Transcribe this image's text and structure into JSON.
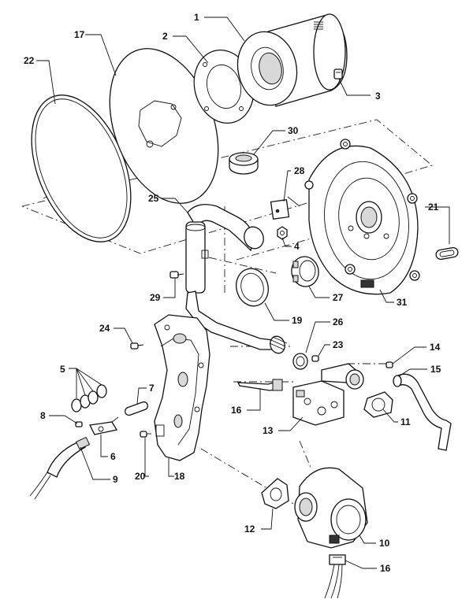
{
  "diagram": {
    "labels": {
      "l1": "1",
      "l2": "2",
      "l3": "3",
      "l4": "4",
      "l5": "5",
      "l6": "6",
      "l7": "7",
      "l8": "8",
      "l9": "9",
      "l10": "10",
      "l11": "11",
      "l12": "12",
      "l13": "13",
      "l14": "14",
      "l15": "15",
      "l16a": "16",
      "l16b": "16",
      "l17": "17",
      "l18": "18",
      "l19": "19",
      "l20": "20",
      "l21": "21",
      "l22": "22",
      "l23": "23",
      "l24": "24",
      "l25": "25",
      "l26": "26",
      "l27": "27",
      "l28": "28",
      "l29": "29",
      "l30": "30",
      "l31": "31"
    }
  }
}
